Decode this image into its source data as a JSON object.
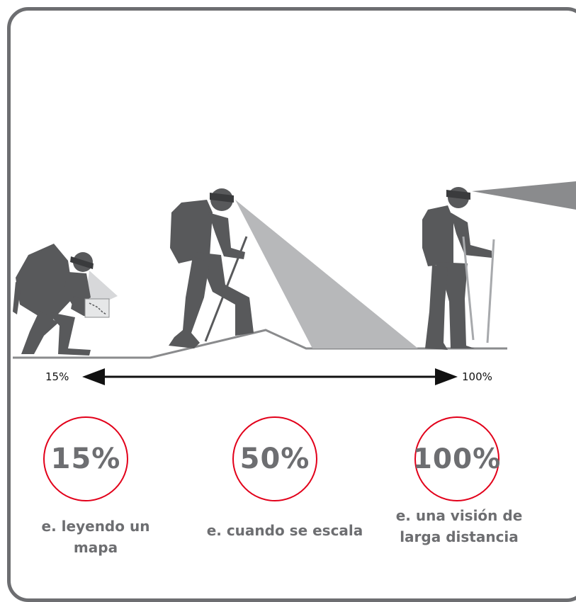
{
  "range": {
    "min_label": "15%",
    "max_label": "100%"
  },
  "levels": [
    {
      "percent": "15%",
      "caption": "e. leyendo un mapa"
    },
    {
      "percent": "50%",
      "caption": "e. cuando se escala"
    },
    {
      "percent": "100%",
      "caption": "e. una visión de larga distancia"
    }
  ],
  "colors": {
    "frame": "#6d6e71",
    "figure": "#58595b",
    "beam": "#a7a9ac",
    "circle_stroke": "#e2001a",
    "text_gray": "#6d6e71"
  }
}
